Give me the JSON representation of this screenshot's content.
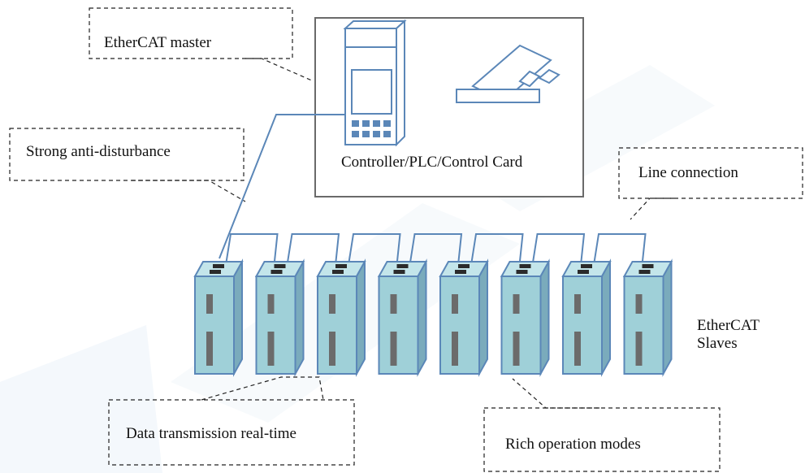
{
  "callouts": {
    "master": "EtherCAT master",
    "anti_disturbance": "Strong anti-disturbance",
    "line_connection": "Line connection",
    "real_time": "Data transmission real-time",
    "operation_modes": "Rich operation modes"
  },
  "controller_caption": "Controller/PLC/Control Card",
  "slaves_label": {
    "line1": "EtherCAT",
    "line2": "Slaves"
  },
  "slave_count": 8,
  "colors": {
    "line": "#5b87b8",
    "drive_face": "#9fd0d8",
    "drive_side": "#7aabbc",
    "drive_top": "#c3e5ea",
    "port": "#2b2b2b",
    "indicator": "#6b6b6b",
    "box_border": "#6a6a6a",
    "watermark": "#c8d8ea"
  }
}
